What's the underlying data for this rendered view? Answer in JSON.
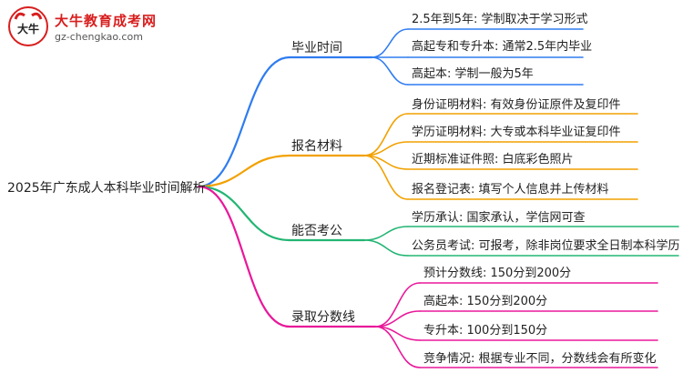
{
  "logo": {
    "title": "大牛教育成考网",
    "url": "gz-chengkao.com",
    "mark_text": "大牛"
  },
  "colors": {
    "b0": "#2f7cf0",
    "b1": "#f2a100",
    "b2": "#22b573",
    "b3": "#e8189a"
  },
  "root": "2025年广东成人本科毕业时间解析",
  "branches": [
    {
      "label": "毕业时间",
      "leaves": [
        "2.5年到5年: 学制取决于学习形式",
        "高起专和专升本: 通常2.5年内毕业",
        "高起本: 学制一般为5年"
      ]
    },
    {
      "label": "报名材料",
      "leaves": [
        "身份证明材料: 有效身份证原件及复印件",
        "学历证明材料: 大专或本科毕业证复印件",
        "近期标准证件照: 白底彩色照片",
        "报名登记表: 填写个人信息并上传材料"
      ]
    },
    {
      "label": "能否考公",
      "leaves": [
        "学历承认: 国家承认，学信网可查",
        "公务员考试: 可报考，除非岗位要求全日制本科学历"
      ]
    },
    {
      "label": "录取分数线",
      "leaves": [
        "预计分数线: 150分到200分",
        "高起本: 150分到200分",
        "专升本: 100分到150分",
        "竞争情况: 根据专业不同，分数线会有所变化"
      ]
    }
  ]
}
